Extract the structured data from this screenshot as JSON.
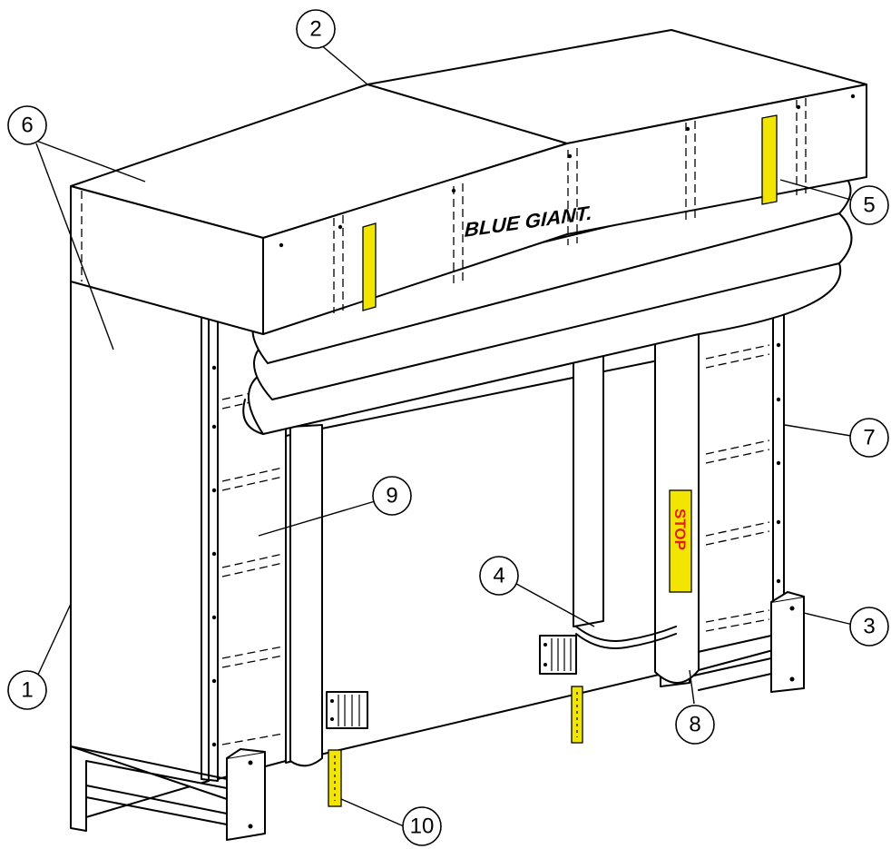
{
  "diagram": {
    "brand_label": "BLUE GIANT.",
    "stop_label": "STOP",
    "colors": {
      "line": "#000000",
      "background": "#ffffff",
      "warning_stripe": "#f2e600",
      "stop_text": "#e02020"
    },
    "callouts": [
      {
        "id": "c1",
        "label": "1"
      },
      {
        "id": "c2",
        "label": "2"
      },
      {
        "id": "c3",
        "label": "3"
      },
      {
        "id": "c4",
        "label": "4"
      },
      {
        "id": "c5",
        "label": "5"
      },
      {
        "id": "c6",
        "label": "6"
      },
      {
        "id": "c7",
        "label": "7"
      },
      {
        "id": "c8",
        "label": "8"
      },
      {
        "id": "c9",
        "label": "9"
      },
      {
        "id": "c10",
        "label": "10"
      }
    ]
  }
}
